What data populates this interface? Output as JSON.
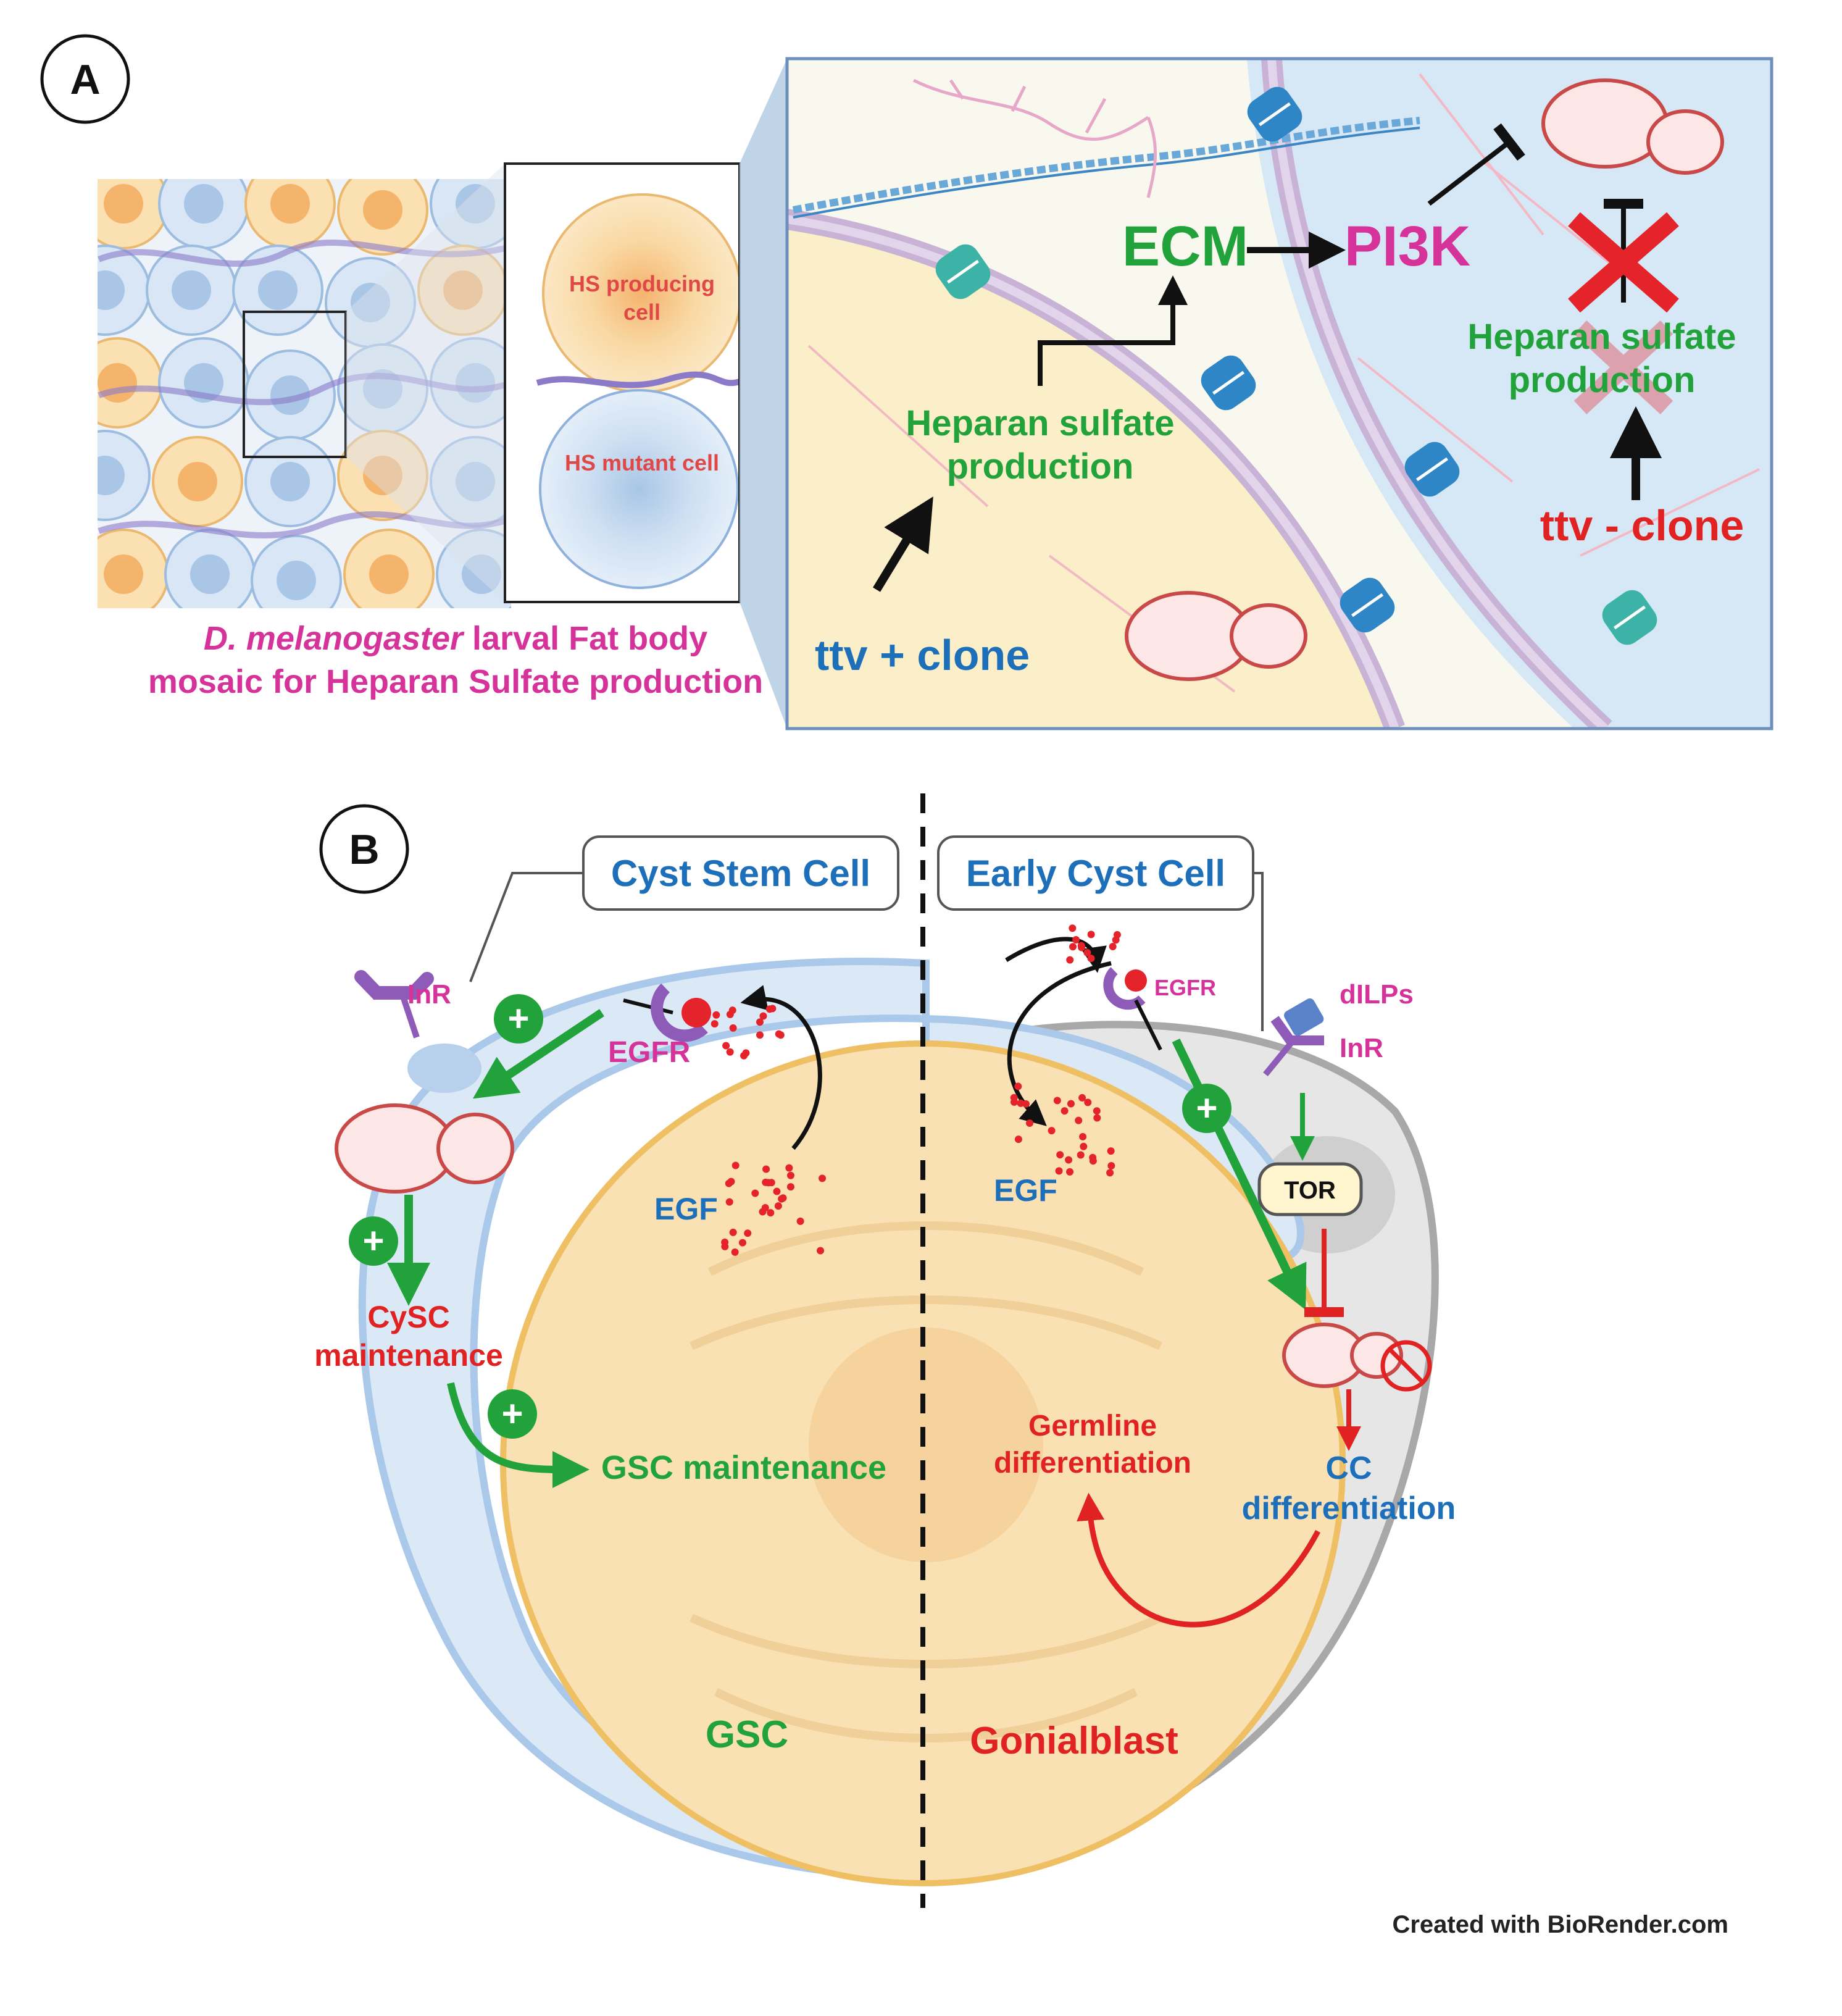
{
  "panelA": {
    "label": "A",
    "caption": {
      "species": "D. melanogaster",
      "line1_rest": " larval Fat body",
      "line2": "mosaic for Heparan Sulfate production"
    },
    "inset": {
      "producing": [
        "HS producing",
        "cell"
      ],
      "mutant": "HS mutant cell"
    },
    "zoom": {
      "ecm": "ECM",
      "pi3k": "PI3K",
      "hs_left": [
        "Heparan sulfate",
        "production"
      ],
      "hs_right": [
        "Heparan sulfate",
        "production"
      ],
      "ttv_plus": "ttv + clone",
      "ttv_minus": "ttv - clone"
    }
  },
  "panelB": {
    "label": "B",
    "cyst_stem_cell": "Cyst Stem Cell",
    "early_cyst_cell": "Early Cyst Cell",
    "inr_left": "InR",
    "egfr_left": "EGFR",
    "egf_left": "EGF",
    "cysc_maintenance": [
      "CySC",
      "maintenance"
    ],
    "gsc_maintenance": "GSC maintenance",
    "gsc": "GSC",
    "egfr_right": "EGFR",
    "dilps": "dILPs",
    "inr_right": "InR",
    "egf_right": "EGF",
    "tor": "TOR",
    "germline_diff": [
      "Germline",
      "differentiation"
    ],
    "cc_diff": [
      "CC",
      "differentiation"
    ],
    "gonialblast": "Gonialblast",
    "plus_symbol": "+"
  },
  "credit": "Created with BioRender.com",
  "colors": {
    "green": "#22a23a",
    "magenta": "#d6339a",
    "red": "#e02222",
    "blue": "#1d6fba",
    "cyst": "#a9c8ea",
    "germ": "#f7d795"
  }
}
